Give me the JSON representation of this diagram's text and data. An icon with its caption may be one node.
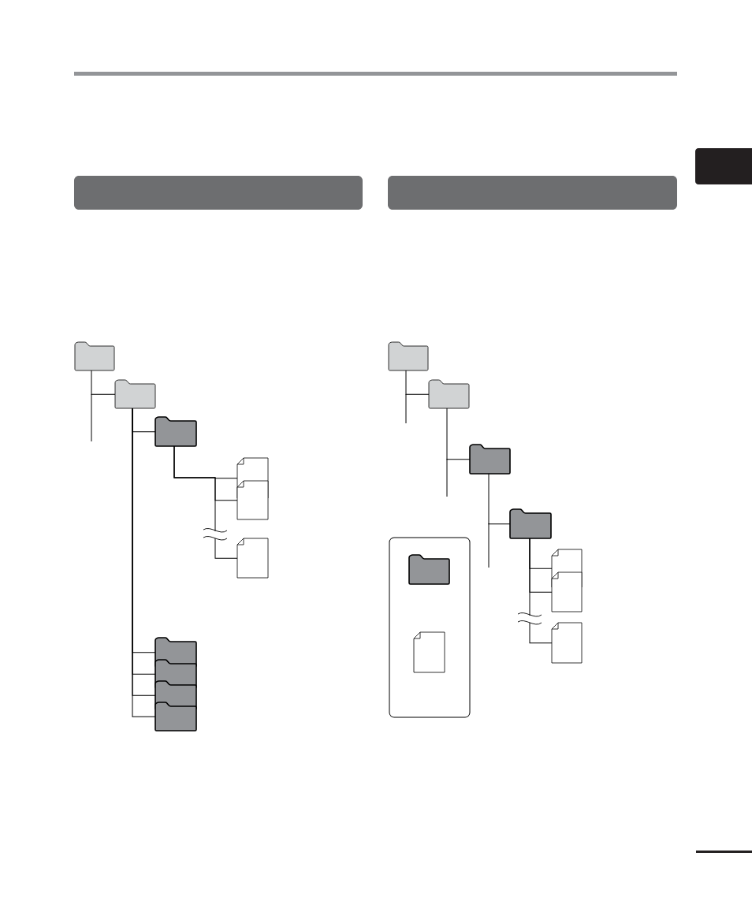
{
  "diagram": {
    "nodes": [
      {
        "text": [],
        "shape": "folder"
      },
      {
        "text": [],
        "shape": "folder"
      },
      {
        "text": [],
        "shape": "folder"
      },
      {
        "text": [],
        "shape": "file"
      },
      {
        "text": [],
        "shape": "file"
      },
      {
        "text": [],
        "shape": "file"
      },
      {
        "text": [],
        "shape": "folder"
      },
      {
        "text": [],
        "shape": "folder"
      },
      {
        "text": [],
        "shape": "folder"
      },
      {
        "text": [],
        "shape": "folder"
      },
      {
        "text": [],
        "shape": "folder"
      },
      {
        "text": [],
        "shape": "folder"
      },
      {
        "text": [],
        "shape": "folder"
      },
      {
        "text": [],
        "shape": "folder"
      },
      {
        "text": [],
        "shape": "file"
      },
      {
        "text": [],
        "shape": "file"
      },
      {
        "text": [],
        "shape": "file"
      },
      {
        "text": [],
        "shape": "box"
      },
      {
        "text": [],
        "shape": "folder",
        "in": 17
      },
      {
        "text": [],
        "shape": "file",
        "in": 17
      }
    ],
    "edges": [
      {
        "from": 0,
        "to": 1,
        "arrow": "none"
      },
      {
        "from": 1,
        "to": 2,
        "arrow": "none"
      },
      {
        "from": 2,
        "to": 3,
        "arrow": "none"
      },
      {
        "from": 2,
        "to": 4,
        "arrow": "none"
      },
      {
        "from": 2,
        "to": 5,
        "arrow": "none"
      },
      {
        "from": 1,
        "to": 6,
        "arrow": "none"
      },
      {
        "from": 1,
        "to": 7,
        "arrow": "none"
      },
      {
        "from": 1,
        "to": 8,
        "arrow": "none"
      },
      {
        "from": 1,
        "to": 9,
        "arrow": "none"
      },
      {
        "from": 10,
        "to": 11,
        "arrow": "none"
      },
      {
        "from": 11,
        "to": 12,
        "arrow": "none"
      },
      {
        "from": 12,
        "to": 13,
        "arrow": "none"
      },
      {
        "from": 13,
        "to": 14,
        "arrow": "none"
      },
      {
        "from": 13,
        "to": 15,
        "arrow": "none"
      },
      {
        "from": 13,
        "to": 16,
        "arrow": "none"
      }
    ]
  }
}
